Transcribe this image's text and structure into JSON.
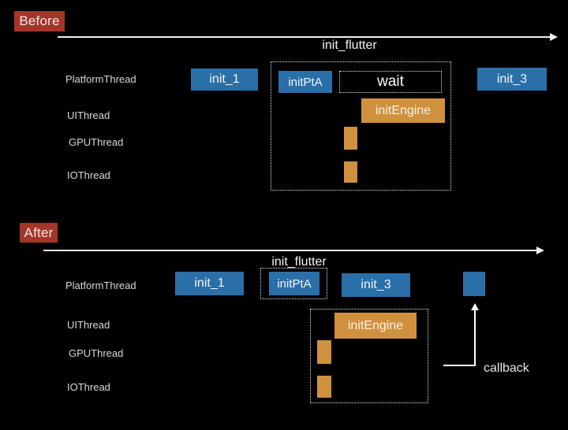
{
  "colors": {
    "background": "#000000",
    "accent_blue": "#2B6FA8",
    "accent_orange": "#D0913F",
    "badge_red": "#A43529",
    "line_white": "#EFEFEF",
    "thread_text_gray": "#D8D8D8"
  },
  "before": {
    "badge": "Before",
    "timeline_label": "init_flutter",
    "threads": {
      "platform": "PlatformThread",
      "ui": "UIThread",
      "gpu": "GPUThread",
      "io": "IOThread"
    },
    "blocks": {
      "init1": "init_1",
      "initPtA": "initPtA",
      "wait": "wait",
      "init3": "init_3",
      "initEngine": "initEngine"
    }
  },
  "after": {
    "badge": "After",
    "timeline_label": "init_flutter",
    "threads": {
      "platform": "PlatformThread",
      "ui": "UIThread",
      "gpu": "GPUThread",
      "io": "IOThread"
    },
    "blocks": {
      "init1": "init_1",
      "initPtA": "initPtA",
      "init3": "init_3",
      "initEngine": "initEngine"
    },
    "callback_label": "callback"
  }
}
